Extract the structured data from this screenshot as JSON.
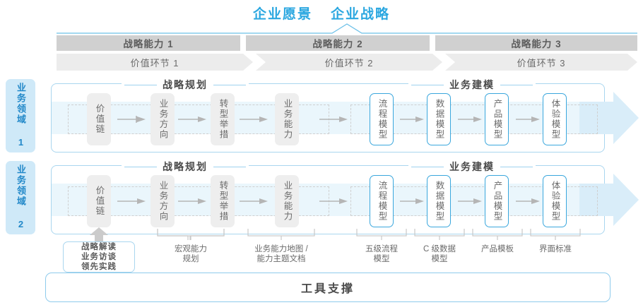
{
  "title": {
    "vision": "企业愿景",
    "strategy": "企业战略"
  },
  "capabilities": [
    {
      "label": "战略能力 1"
    },
    {
      "label": "战略能力 2"
    },
    {
      "label": "战略能力 3"
    }
  ],
  "value_links": [
    {
      "label": "价值环节 1"
    },
    {
      "label": "价值环节 2"
    },
    {
      "label": "价值环节 3"
    }
  ],
  "domains": [
    {
      "tab": "业务领域 1",
      "section_left": "战略规划",
      "section_right": "业务建模",
      "nodes_left": [
        "价值链",
        "业务方向",
        "转型举措",
        "业务能力"
      ],
      "nodes_right": [
        "流程模型",
        "数据模型",
        "产品模型",
        "体验模型"
      ]
    },
    {
      "tab": "业务领域 2",
      "section_left": "战略规划",
      "section_right": "业务建模",
      "nodes_left": [
        "价值链",
        "业务方向",
        "转型举措",
        "业务能力"
      ],
      "nodes_right": [
        "流程模型",
        "数据模型",
        "产品模型",
        "体验模型"
      ]
    }
  ],
  "tool_box": {
    "lines": [
      "战略解读",
      "业务访谈",
      "领先实践"
    ]
  },
  "bottom_labels": [
    {
      "lines": [
        "宏观能力",
        "规划"
      ]
    },
    {
      "lines": [
        "业务能力地图 /",
        "能力主题文档"
      ]
    },
    {
      "lines": [
        "五级流程",
        "模型"
      ]
    },
    {
      "lines": [
        "C 级数据",
        "模型"
      ]
    },
    {
      "lines": [
        "产品模板"
      ]
    },
    {
      "lines": [
        "界面标准"
      ]
    }
  ],
  "tool_support": {
    "label": "工具支撑"
  },
  "colors": {
    "accent_blue": "#2BA7E0",
    "panel_border": "#a9d6ef",
    "band": "#eaf6fc",
    "cap_bar": "#d0d0d0",
    "value_bar": "#ececec",
    "node_grey": "#eeeeee",
    "node_blue_border": "#3aa7dd",
    "tab_bg": "#cfe9f8",
    "tab_text": "#2389c9"
  }
}
